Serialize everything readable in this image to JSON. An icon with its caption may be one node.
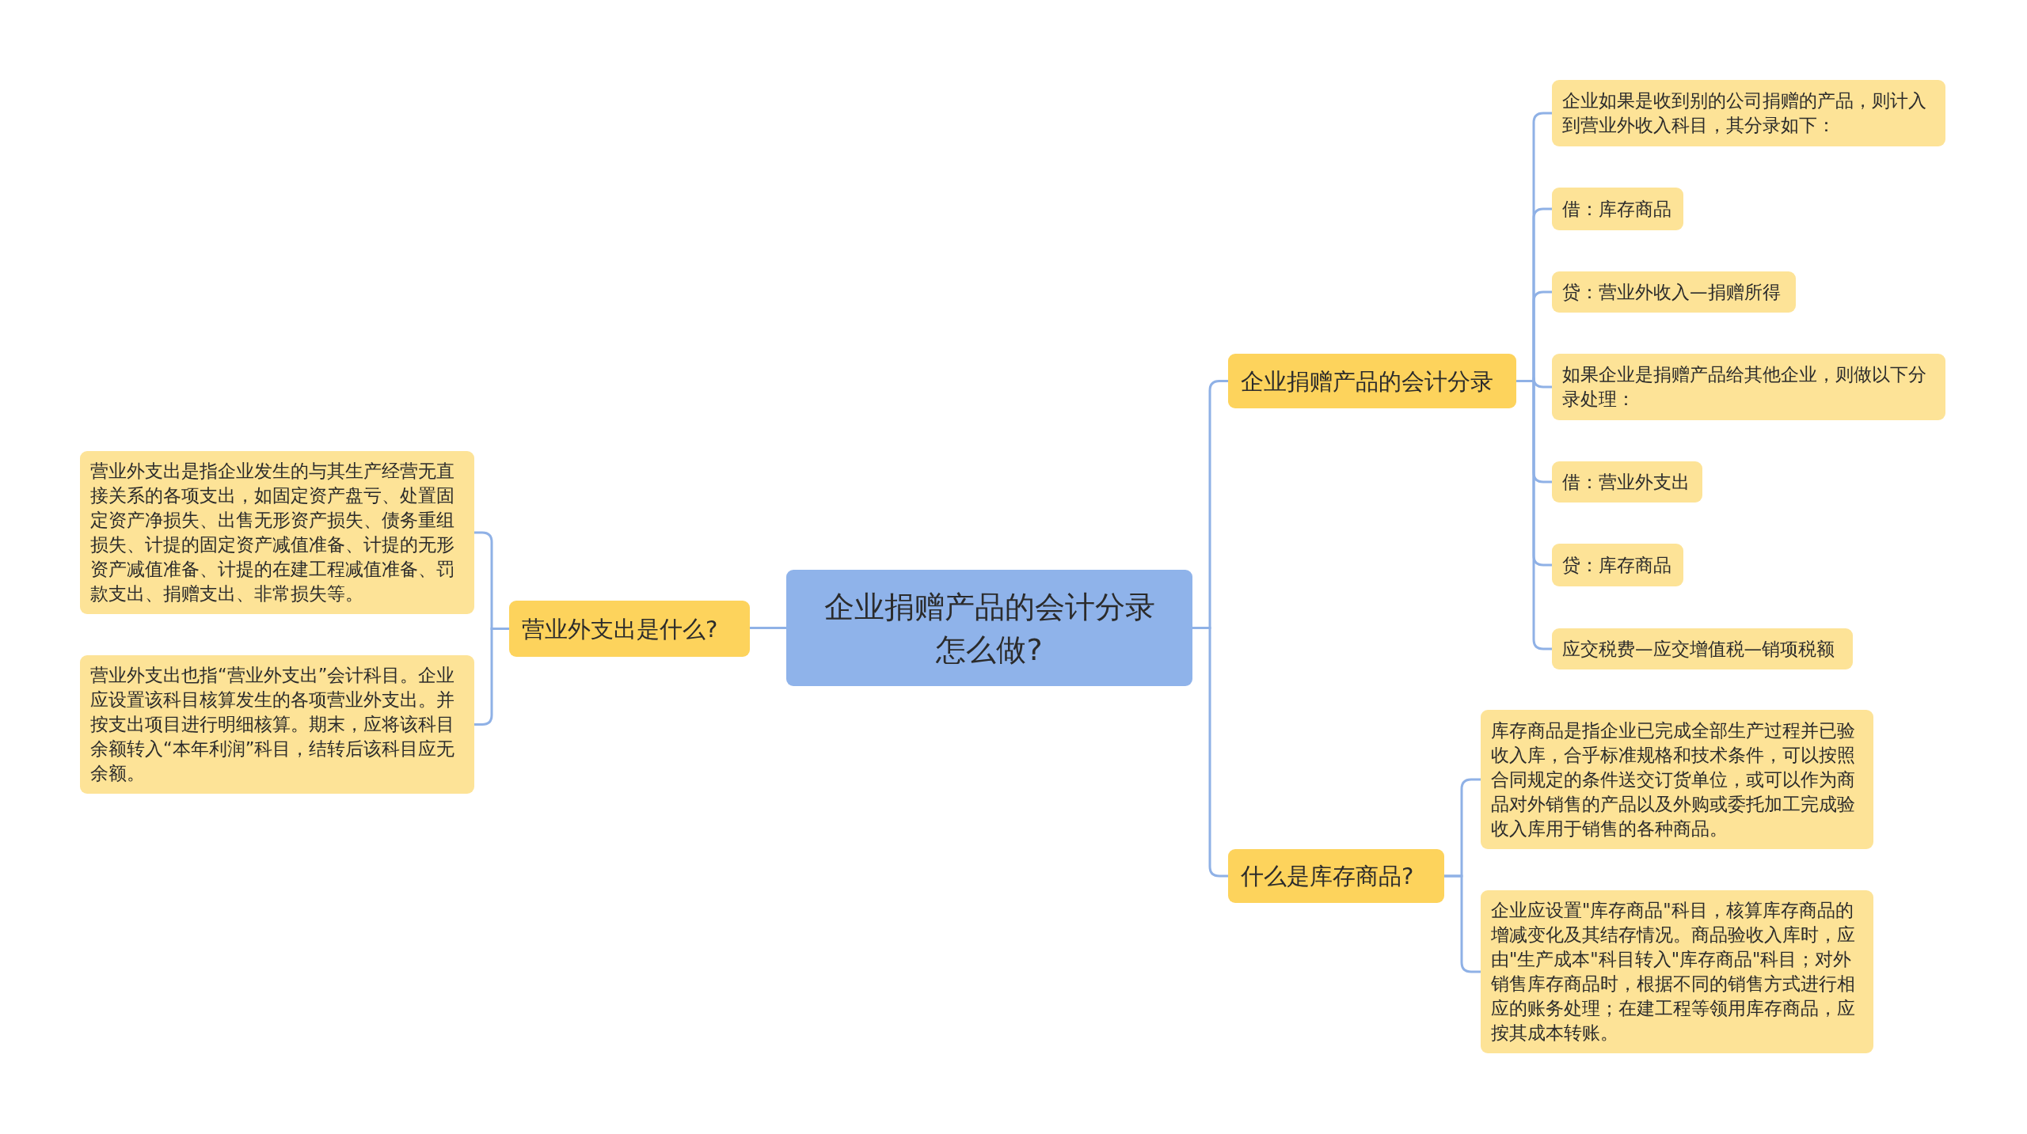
{
  "diagram": {
    "nodes": [
      {
        "text": [
          "企业捐赠产品的会计分录怎么做?"
        ]
      },
      {
        "text": [
          "企业捐赠产品的会计分录"
        ]
      },
      {
        "text": [
          "企业如果是收到别的公司捐赠的产品，则计入到营业外收入科目，其分录如下："
        ]
      },
      {
        "text": [
          "借：库存商品"
        ]
      },
      {
        "text": [
          "贷：营业外收入—捐赠所得"
        ]
      },
      {
        "text": [
          "如果企业是捐赠产品给其他企业，则做以下分录处理："
        ]
      },
      {
        "text": [
          "借：营业外支出"
        ]
      },
      {
        "text": [
          "贷：库存商品"
        ]
      },
      {
        "text": [
          "应交税费—应交增值税—销项税额"
        ]
      },
      {
        "text": [
          "什么是库存商品?"
        ]
      },
      {
        "text": [
          "库存商品是指企业已完成全部生产过程并已验收入库，合乎标准规格和技术条件，可以按照合同规定的条件送交订货单位，或可以作为商品对外销售的产品以及外购或委托加工完成验收入库用于销售的各种商品。"
        ]
      },
      {
        "text": [
          "企业应设置\"库存商品\"科目，核算库存商品的增减变化及其结存情况。商品验收入库时，应由\"生产成本\"科目转入\"库存商品\"科目；对外销售库存商品时，根据不同的销售方式进行相应的账务处理；在建工程等领用库存商品，应按其成本转账。"
        ]
      },
      {
        "text": [
          "营业外支出是什么?"
        ]
      },
      {
        "text": [
          "营业外支出是指企业发生的与其生产经营无直接关系的各项支出，如固定资产盘亏、处置固定资产净损失、出售无形资产损失、债务重组损失、计提的固定资产减值准备、计提的无形资产减值准备、计提的在建工程减值准备、罚款支出、捐赠支出、非常损失等。"
        ]
      },
      {
        "text": [
          "营业外支出也指“营业外支出”会计科目。企业应设置该科目核算发生的各项营业外支出。并按支出项目进行明细核算。期末，应将该科目余额转入“本年利润”科目，结转后该科目应无余额。"
        ]
      }
    ],
    "edges": [
      {
        "from": 0,
        "to": 1,
        "arrow": "none"
      },
      {
        "from": 1,
        "to": 2,
        "arrow": "none"
      },
      {
        "from": 1,
        "to": 3,
        "arrow": "none"
      },
      {
        "from": 1,
        "to": 4,
        "arrow": "none"
      },
      {
        "from": 1,
        "to": 5,
        "arrow": "none"
      },
      {
        "from": 1,
        "to": 6,
        "arrow": "none"
      },
      {
        "from": 1,
        "to": 7,
        "arrow": "none"
      },
      {
        "from": 1,
        "to": 8,
        "arrow": "none"
      },
      {
        "from": 0,
        "to": 9,
        "arrow": "none"
      },
      {
        "from": 9,
        "to": 10,
        "arrow": "none"
      },
      {
        "from": 9,
        "to": 11,
        "arrow": "none"
      },
      {
        "from": 0,
        "to": 12,
        "arrow": "none"
      },
      {
        "from": 12,
        "to": 13,
        "arrow": "none"
      },
      {
        "from": 12,
        "to": 14,
        "arrow": "none"
      }
    ]
  }
}
